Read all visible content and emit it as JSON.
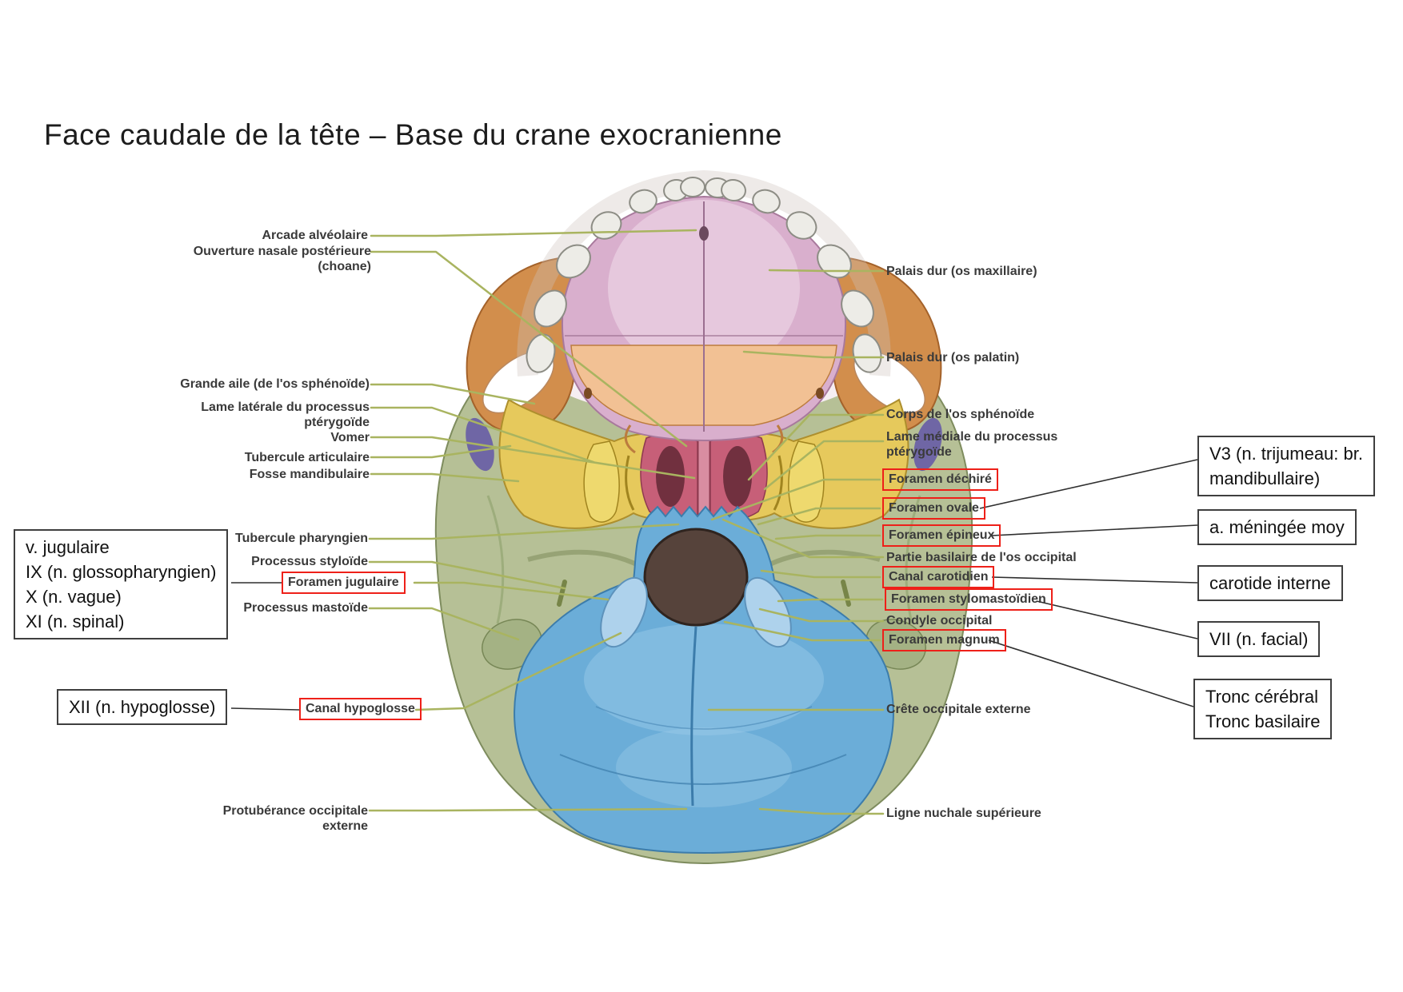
{
  "title": "Face caudale de la tête – Base du crane exocranienne",
  "colors": {
    "leader_line": "#a9b460",
    "highlight_box": "#ee2019",
    "callout_border": "#3f3f3f",
    "bone_palate": "#d9afcd",
    "bone_palatine": "#f2c194",
    "bone_zygomatic": "#d28e4c",
    "bone_sphenoid": "#e6c95c",
    "bone_vomer": "#c75f78",
    "bone_temporal": "#b6c096",
    "bone_occipital": "#6badd8",
    "foramen_magnum_opening": "#56433b"
  },
  "labels": {
    "left": [
      {
        "text": "Arcade alvéolaire",
        "boxed": false
      },
      {
        "text": "Ouverture nasale postérieure\n(choane)",
        "boxed": false
      },
      {
        "text": "Grande aile (de l'os sphénoïde)",
        "boxed": false
      },
      {
        "text": "Lame latérale du processus\nptérygoïde",
        "boxed": false
      },
      {
        "text": "Vomer",
        "boxed": false
      },
      {
        "text": "Tubercule articulaire",
        "boxed": false
      },
      {
        "text": "Fosse mandibulaire",
        "boxed": false
      },
      {
        "text": "Tubercule pharyngien",
        "boxed": false
      },
      {
        "text": "Processus styloïde",
        "boxed": false
      },
      {
        "text": "Foramen jugulaire",
        "boxed": true
      },
      {
        "text": "Processus mastoïde",
        "boxed": false
      },
      {
        "text": "Canal hypoglosse",
        "boxed": true
      },
      {
        "text": "Protubérance occipitale\nexterne",
        "boxed": false
      }
    ],
    "right": [
      {
        "text": "Palais dur (os maxillaire)",
        "boxed": false
      },
      {
        "text": "Palais dur (os palatin)",
        "boxed": false
      },
      {
        "text": "Corps de l'os sphénoïde",
        "boxed": false
      },
      {
        "text": "Lame médiale du processus\nptérygoïde",
        "boxed": false
      },
      {
        "text": "Foramen déchiré",
        "boxed": true
      },
      {
        "text": "Foramen ovale",
        "boxed": true
      },
      {
        "text": "Foramen épineux",
        "boxed": true
      },
      {
        "text": "Partie basilaire de l'os occipital",
        "boxed": false
      },
      {
        "text": "Canal carotidien",
        "boxed": true
      },
      {
        "text": "Foramen stylomastoïdien",
        "boxed": true
      },
      {
        "text": "Condyle occipital",
        "boxed": false
      },
      {
        "text": "Foramen magnum",
        "boxed": true
      },
      {
        "text": "Crête occipitale externe",
        "boxed": false
      },
      {
        "text": "Ligne nuchale supérieure",
        "boxed": false
      }
    ]
  },
  "callouts": {
    "left": [
      {
        "text": "v. jugulaire\nIX (n. glossopharyngien)\nX (n. vague)\nXI (n. spinal)"
      },
      {
        "text": "XII (n. hypoglosse)"
      }
    ],
    "right": [
      {
        "text": "V3 (n. trijumeau: br.\nmandibullaire)"
      },
      {
        "text": "a. méningée moy"
      },
      {
        "text": "carotide interne"
      },
      {
        "text": "VII (n. facial)"
      },
      {
        "text": "Tronc cérébral\nTronc basilaire"
      }
    ]
  }
}
